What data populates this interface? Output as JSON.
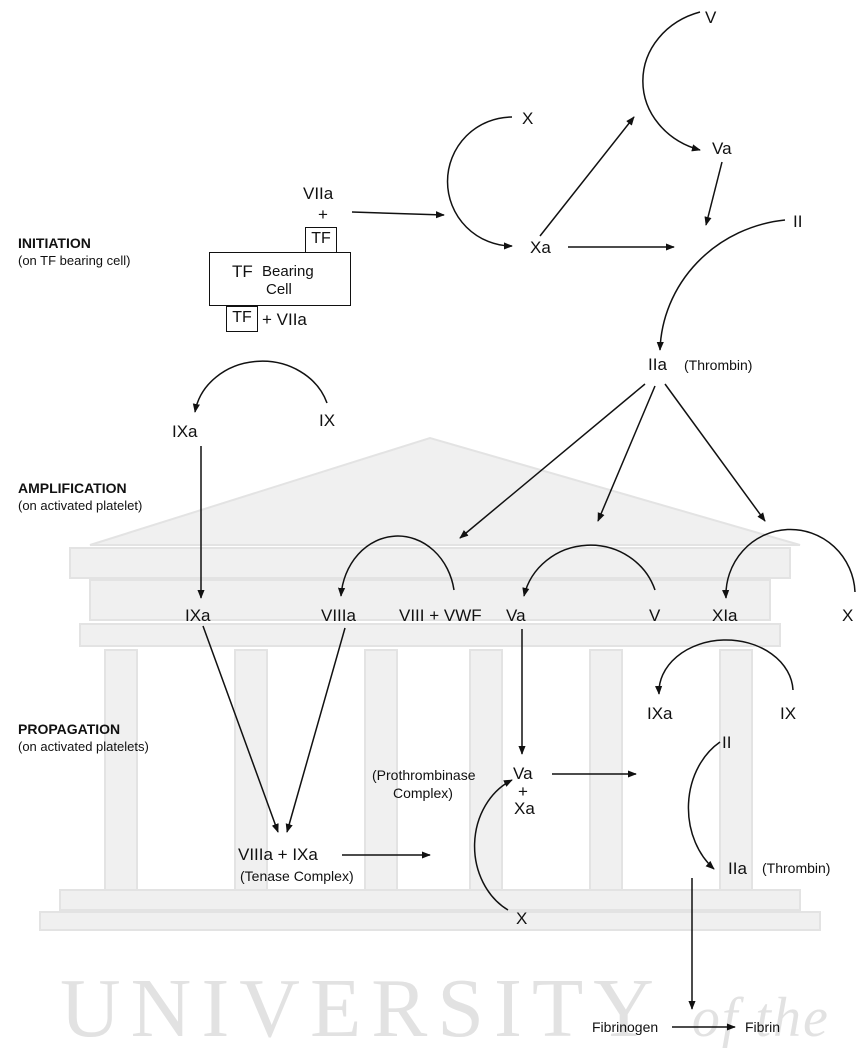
{
  "stages": {
    "initiation": {
      "title": "INITIATION",
      "sub": "(on TF bearing cell)"
    },
    "amplification": {
      "title": "AMPLIFICATION",
      "sub": "(on activated platelet)"
    },
    "propagation": {
      "title": "PROPAGATION",
      "sub": "(on activated platelets)"
    }
  },
  "initiation": {
    "viia_top": "VIIa",
    "plus_top": "+",
    "tf_top": "TF",
    "cell_line1": "TF",
    "cell_line1b": "Bearing",
    "cell_line2": "Cell",
    "tf_bottom": "TF",
    "viia_bottom": "+ VIIa",
    "ixa": "IXa",
    "ix": "IX"
  },
  "top_cascade": {
    "x": "X",
    "xa": "Xa",
    "v": "V",
    "va": "Va",
    "ii": "II",
    "iia": "IIa",
    "thrombin": "(Thrombin)"
  },
  "amplification": {
    "ixa": "IXa",
    "viiia": "VIIIa",
    "viii_vwf": "VIII + VWF",
    "va": "Va",
    "v": "V",
    "xia": "XIa",
    "x": "X"
  },
  "propagation": {
    "ixa_right": "IXa",
    "ix_right": "IX",
    "prothrombinase_1": "(Prothrombinase",
    "prothrombinase_2": "Complex)",
    "va": "Va",
    "plus": "+",
    "xa": "Xa",
    "ii": "II",
    "iia": "IIa",
    "thrombin": "(Thrombin)",
    "tenase_main": "VIIIa + IXa",
    "tenase_sub": "(Tenase Complex)",
    "x_bottom": "X",
    "fibrinogen": "Fibrinogen",
    "fibrin": "Fibrin"
  },
  "watermark": {
    "main": "UNIVERSITY",
    "tail": "of the"
  }
}
